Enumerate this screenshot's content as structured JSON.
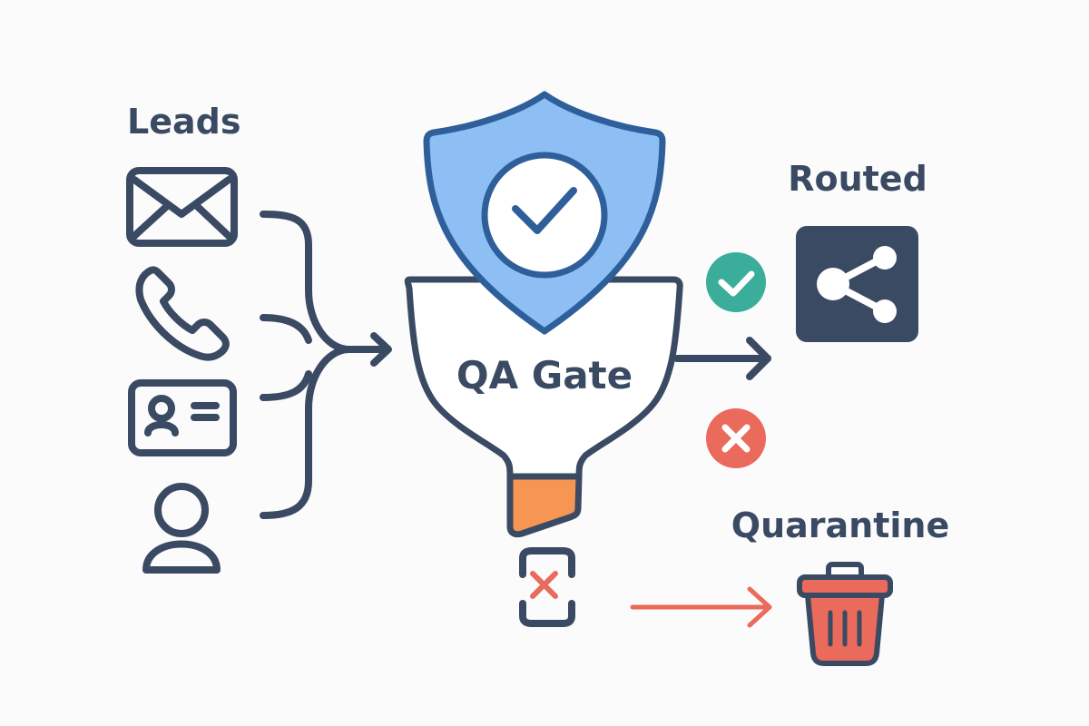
{
  "labels": {
    "leads": "Leads",
    "gate": "QA Gate",
    "routed": "Routed",
    "quarantine": "Quarantine"
  },
  "sources": [
    {
      "icon": "envelope-icon",
      "name": "Email"
    },
    {
      "icon": "phone-icon",
      "name": "Phone"
    },
    {
      "icon": "contact-card-icon",
      "name": "Contact card"
    },
    {
      "icon": "person-icon",
      "name": "Person"
    }
  ],
  "outcomes": {
    "pass": {
      "icon": "check-circle-icon",
      "target_icon": "share-icon"
    },
    "fail": {
      "icon": "x-circle-icon",
      "target_icon": "trash-icon",
      "rejected_item_icon": "rejected-item-icon"
    }
  },
  "colors": {
    "ink": "#3b4a63",
    "shield_fill": "#8dbff5",
    "shield_stroke": "#2f5f9a",
    "funnel_tip": "#f79552",
    "pass": "#3aae9b",
    "fail": "#ea6a5b",
    "background": "#fbfbfc"
  }
}
